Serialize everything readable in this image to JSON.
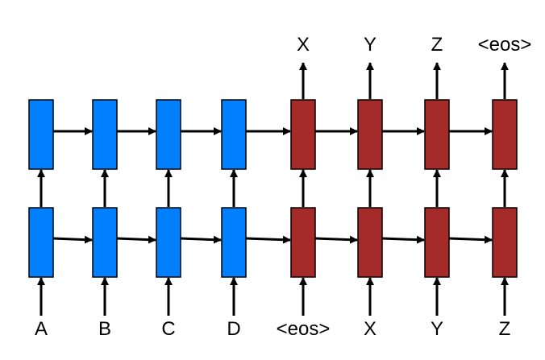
{
  "colors": {
    "encoder_fill": "#0080ff",
    "decoder_fill": "#a52a2a",
    "arrow": "#000000"
  },
  "inputs": [
    "A",
    "B",
    "C",
    "D",
    "<eos>",
    "X",
    "Y",
    "Z"
  ],
  "outputs": [
    "X",
    "Y",
    "Z",
    "<eos>"
  ]
}
